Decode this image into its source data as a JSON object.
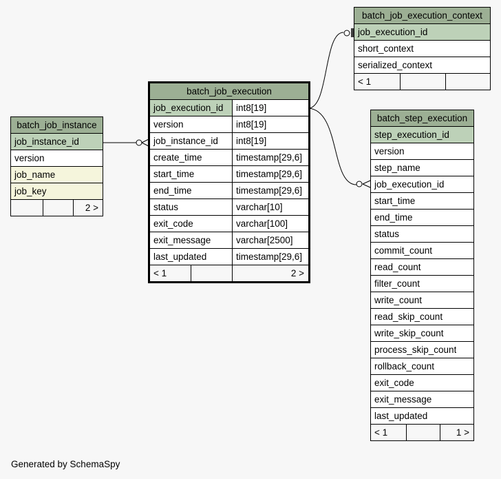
{
  "tables": {
    "batch_job_instance": {
      "name": "batch_job_instance",
      "columns": [
        {
          "name": "job_instance_id"
        },
        {
          "name": "version"
        },
        {
          "name": "job_name"
        },
        {
          "name": "job_key"
        }
      ],
      "footer": {
        "left": "",
        "mid": "",
        "right": "2 >"
      }
    },
    "batch_job_execution": {
      "name": "batch_job_execution",
      "columns": [
        {
          "name": "job_execution_id",
          "type": "int8[19]"
        },
        {
          "name": "version",
          "type": "int8[19]"
        },
        {
          "name": "job_instance_id",
          "type": "int8[19]"
        },
        {
          "name": "create_time",
          "type": "timestamp[29,6]"
        },
        {
          "name": "start_time",
          "type": "timestamp[29,6]"
        },
        {
          "name": "end_time",
          "type": "timestamp[29,6]"
        },
        {
          "name": "status",
          "type": "varchar[10]"
        },
        {
          "name": "exit_code",
          "type": "varchar[100]"
        },
        {
          "name": "exit_message",
          "type": "varchar[2500]"
        },
        {
          "name": "last_updated",
          "type": "timestamp[29,6]"
        }
      ],
      "footer": {
        "left": "< 1",
        "mid": "",
        "right": "2 >"
      }
    },
    "batch_job_execution_context": {
      "name": "batch_job_execution_context",
      "columns": [
        {
          "name": "job_execution_id"
        },
        {
          "name": "short_context"
        },
        {
          "name": "serialized_context"
        }
      ],
      "footer": {
        "left": "< 1",
        "mid": "",
        "right": ""
      }
    },
    "batch_step_execution": {
      "name": "batch_step_execution",
      "columns": [
        {
          "name": "step_execution_id"
        },
        {
          "name": "version"
        },
        {
          "name": "step_name"
        },
        {
          "name": "job_execution_id"
        },
        {
          "name": "start_time"
        },
        {
          "name": "end_time"
        },
        {
          "name": "status"
        },
        {
          "name": "commit_count"
        },
        {
          "name": "read_count"
        },
        {
          "name": "filter_count"
        },
        {
          "name": "write_count"
        },
        {
          "name": "read_skip_count"
        },
        {
          "name": "write_skip_count"
        },
        {
          "name": "process_skip_count"
        },
        {
          "name": "rollback_count"
        },
        {
          "name": "exit_code"
        },
        {
          "name": "exit_message"
        },
        {
          "name": "last_updated"
        }
      ],
      "footer": {
        "left": "< 1",
        "mid": "",
        "right": "1 >"
      }
    }
  },
  "colors": {
    "header": "#9caf94",
    "primary_key": "#bdd1b8",
    "indexed": "#f5f5dc",
    "background": "#f7f7f7"
  },
  "credit": "Generated by SchemaSpy"
}
